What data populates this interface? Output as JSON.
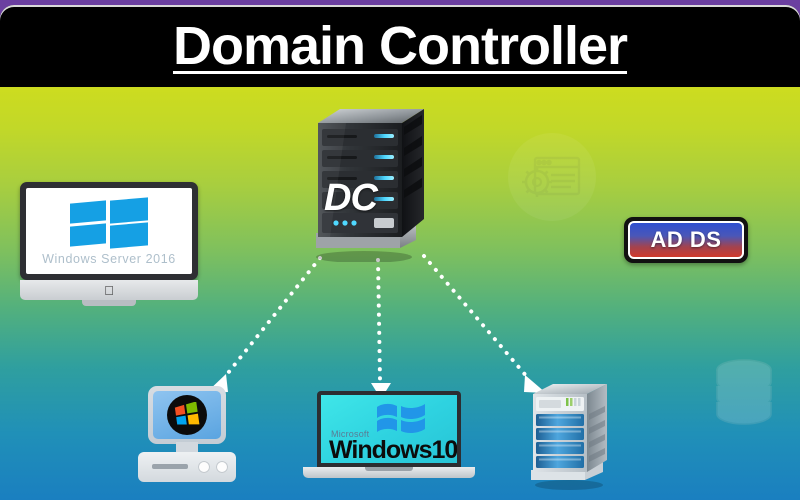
{
  "page": {
    "title": "Domain Controller",
    "background_gradient": [
      "#cddc1f",
      "#7ec05e",
      "#1a7fc0"
    ],
    "top_strip_color": "#6b3fa0",
    "banner_color": "#000000"
  },
  "banner": {
    "title": "Domain Controller"
  },
  "nodes": {
    "domain_controller": {
      "label": "DC",
      "name": "domain-controller-server",
      "led_color": "#35c6f4"
    },
    "windows_server": {
      "caption": "Windows Server 2016",
      "vendor_logo": "apple-logo",
      "logo_color": "#15a0e4"
    },
    "ad_ds": {
      "label": "AD DS",
      "gradient_top": "#2f4fd0",
      "gradient_bottom": "#d03a2c",
      "border_color": "#ffffff"
    },
    "desktop_pc": {
      "name": "windows-desktop-pc",
      "logo": "windows-flag-icon",
      "flag_colors": [
        "#f25022",
        "#7fba00",
        "#00a4ef",
        "#ffb900"
      ],
      "screen_color": "#5aa4e0"
    },
    "laptop": {
      "brand": "Microsoft",
      "label": "Windows10",
      "screen_color": "#2ed2e0",
      "logo_color": "#2196e8"
    },
    "blue_server": {
      "name": "rack-server",
      "bay_color": "#2f86c8"
    }
  },
  "watermarks": {
    "gear_window": "settings-window-icon",
    "database": "database-icon"
  },
  "arrows": [
    {
      "name": "arrow-dc-to-desktop-pc",
      "from": "domain_controller",
      "to": "desktop_pc",
      "style": "dotted",
      "color": "#ffffff"
    },
    {
      "name": "arrow-dc-to-laptop",
      "from": "domain_controller",
      "to": "laptop",
      "style": "dotted",
      "color": "#ffffff"
    },
    {
      "name": "arrow-dc-to-rack-server",
      "from": "domain_controller",
      "to": "blue_server",
      "style": "dotted",
      "color": "#ffffff"
    }
  ]
}
